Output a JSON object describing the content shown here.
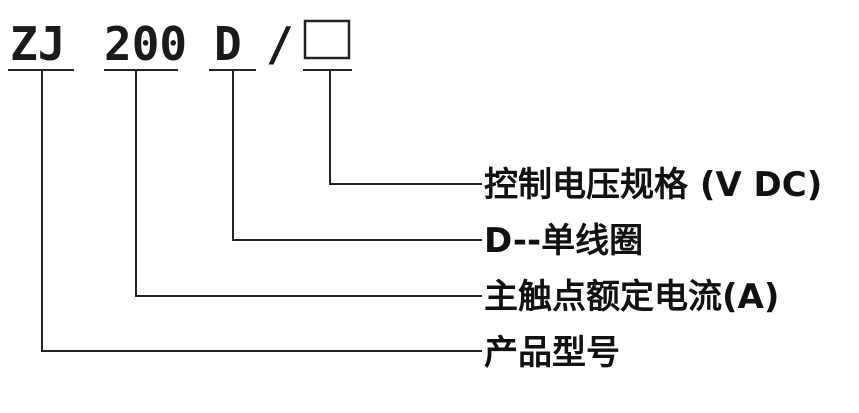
{
  "model_code": {
    "part1": "ZJ",
    "part2": "200",
    "part3": "D",
    "separator": "/"
  },
  "legend": {
    "control_voltage": "控制电压规格 (V DC)",
    "coil_type": "D--单线圈",
    "rated_current": "主触点额定电流(A)",
    "product_model": "产品型号"
  }
}
